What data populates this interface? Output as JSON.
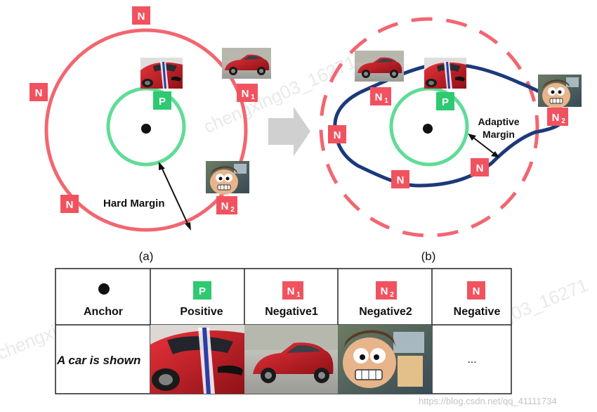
{
  "panels": {
    "a_caption": "(a)",
    "b_caption": "(b)",
    "hard_margin_label": "Hard Margin",
    "adaptive_margin_label_line1": "Adaptive",
    "adaptive_margin_label_line2": "Margin"
  },
  "badges": {
    "negative": "N",
    "positive": "P",
    "negative1": "N",
    "negative1_sub": "1",
    "negative2": "N",
    "negative2_sub": "2"
  },
  "table": {
    "headers": [
      "Anchor",
      "Positive",
      "Negative1",
      "Negative2",
      "Negative"
    ],
    "anchor_text": "A car is shown",
    "ellipsis": "..."
  },
  "watermark": {
    "text": "chengxing03_16271",
    "url": "https://blog.csdn.net/qq_41111734"
  },
  "colors": {
    "negative_red": "#f0535f",
    "circle_red": "#f26670",
    "positive_green": "#2ec971",
    "ring_green": "#5fdc97",
    "adaptive_blue": "#1c3a7a",
    "arrow_gray": "#d0d0d0"
  }
}
